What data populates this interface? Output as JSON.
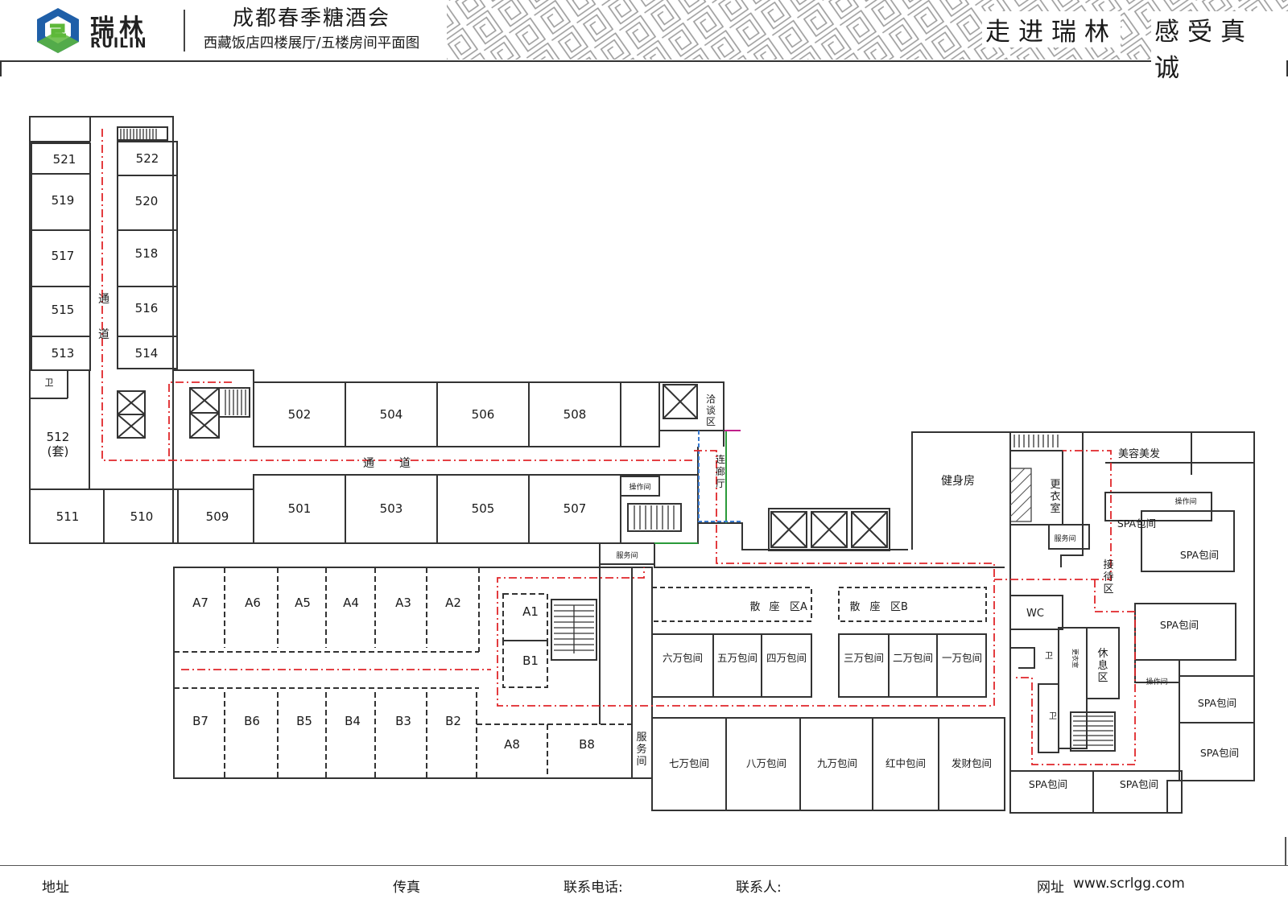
{
  "header": {
    "brand_cn": "瑞林",
    "brand_en": "RUILIN",
    "event_title": "成都春季糖酒会",
    "plan_title": "西藏饭店四楼展厅/五楼房间平面图",
    "slogan_left": "走进瑞林",
    "slogan_right": "感受真诚"
  },
  "rooms": {
    "r521": "521",
    "r522": "522",
    "r519": "519",
    "r520": "520",
    "r517": "517",
    "r518": "518",
    "r515": "515",
    "r516": "516",
    "r513": "513",
    "r514": "514",
    "r512": "512",
    "r512_suite": "(套)",
    "r511": "511",
    "r510": "510",
    "r509": "509",
    "r501": "501",
    "r502": "502",
    "r503": "503",
    "r504": "504",
    "r505": "505",
    "r506": "506",
    "r507": "507",
    "r508": "508"
  },
  "labels": {
    "corridor_1": "通",
    "corridor_2": "道",
    "restroom": "卫",
    "negotiation_1": "洽",
    "negotiation_2": "谈",
    "negotiation_3": "区",
    "gallery_1": "连",
    "gallery_2": "廊",
    "gallery_3": "厅",
    "operation_room": "操作间",
    "service_room": "服务间",
    "service_v_1": "服",
    "service_v_2": "务",
    "service_v_3": "间",
    "gym": "健身房",
    "beauty": "美容美发",
    "changing_1": "更",
    "changing_2": "衣",
    "changing_3": "室",
    "changing_small": "更衣室",
    "reception_1": "接",
    "reception_2": "待",
    "reception_3": "区",
    "rest_1": "休",
    "rest_2": "息",
    "rest_3": "区",
    "wc": "WC",
    "seating_a_1": "散",
    "seating_a_2": "座",
    "seating_a_3": "区A",
    "seating_b_1": "散",
    "seating_b_2": "座",
    "seating_b_3": "区B"
  },
  "booths": {
    "A1": "A1",
    "A2": "A2",
    "A3": "A3",
    "A4": "A4",
    "A5": "A5",
    "A6": "A6",
    "A7": "A7",
    "A8": "A8",
    "B1": "B1",
    "B2": "B2",
    "B3": "B3",
    "B4": "B4",
    "B5": "B5",
    "B6": "B6",
    "B7": "B7",
    "B8": "B8"
  },
  "private_rooms": {
    "p6": "六万包间",
    "p5": "五万包间",
    "p4": "四万包间",
    "p3": "三万包间",
    "p2": "二万包间",
    "p1": "一万包间",
    "p7": "七万包间",
    "p8": "八万包间",
    "p9": "九万包间",
    "red": "红中包间",
    "fortune": "发财包间",
    "spa": "SPA包间"
  },
  "footer": {
    "address": "地址",
    "fax": "传真",
    "phone": "联系电话:",
    "contact": "联系人:",
    "website_label": "网址",
    "website": "www.scrlgg.com"
  },
  "colors": {
    "route": "#e0262a",
    "negotiation": "#c0208a",
    "gallery_green": "#2a9a3a",
    "gallery_blue": "#3a7ad0",
    "logo_blue": "#1f5fa8",
    "logo_green": "#5db83a"
  }
}
